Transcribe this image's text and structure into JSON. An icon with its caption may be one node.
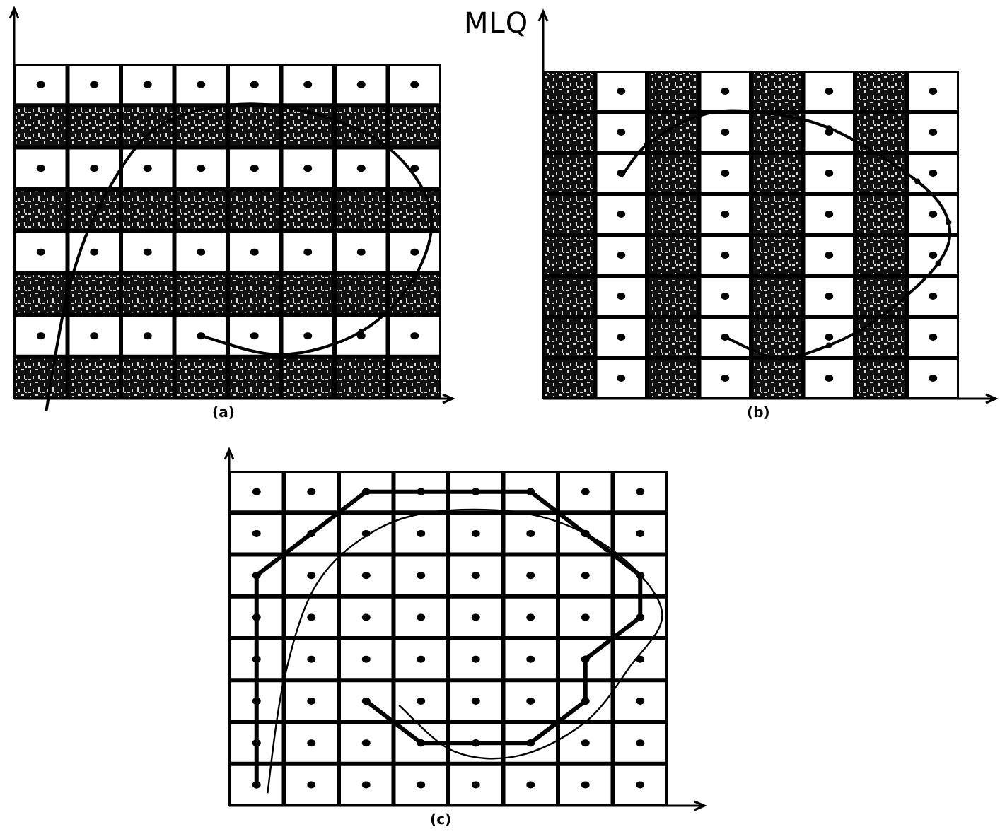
{
  "diagram": {
    "labels": [
      "MLQ",
      "(a)",
      "(b)",
      "(c)"
    ]
  }
}
